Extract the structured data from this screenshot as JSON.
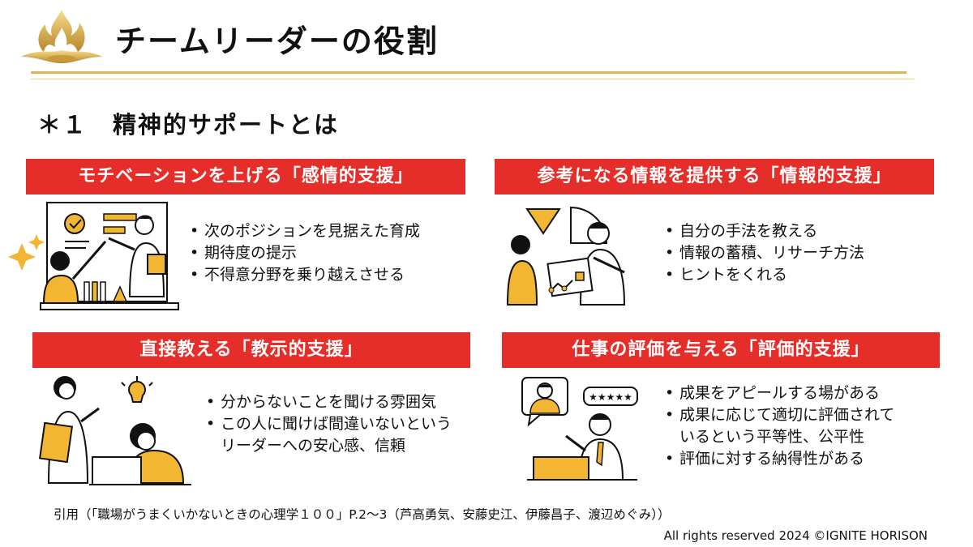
{
  "header": {
    "title": "チームリーダーの役割"
  },
  "section": {
    "title": "＊１　精神的サポートとは"
  },
  "cards": [
    {
      "heading": "モチベーションを上げる「感情的支援」",
      "bullets": [
        "次のポジションを見据えた育成",
        "期待度の提示",
        "不得意分野を乗り越えさせる"
      ]
    },
    {
      "heading": "参考になる情報を提供する「情報的支援」",
      "bullets": [
        "自分の手法を教える",
        "情報の蓄積、リサーチ方法",
        "ヒントをくれる"
      ]
    },
    {
      "heading": "直接教える「教示的支援」",
      "bullets": [
        "分からないことを聞ける雰囲気",
        "この人に聞けば間違いないという",
        "リーダーへの安心感、信頼"
      ]
    },
    {
      "heading": "仕事の評価を与える「評価的支援」",
      "bullets": [
        "成果をアピールする場がある",
        "成果に応じて適切に評価されて",
        "いるという平等性、公平性",
        "評価に対する納得性がある"
      ]
    }
  ],
  "footer": {
    "citation": "引用（「職場がうまくいかないときの心理学１００」P.2〜3（芦高勇気、安藤史江、伊藤昌子、渡辺めぐみ））",
    "copyright": "All rights reserved 2024 ©IGNITE HORISON"
  },
  "colors": {
    "banner": "#e52d2a",
    "gold": "#d9b75a",
    "accent_yellow": "#f2b632"
  }
}
